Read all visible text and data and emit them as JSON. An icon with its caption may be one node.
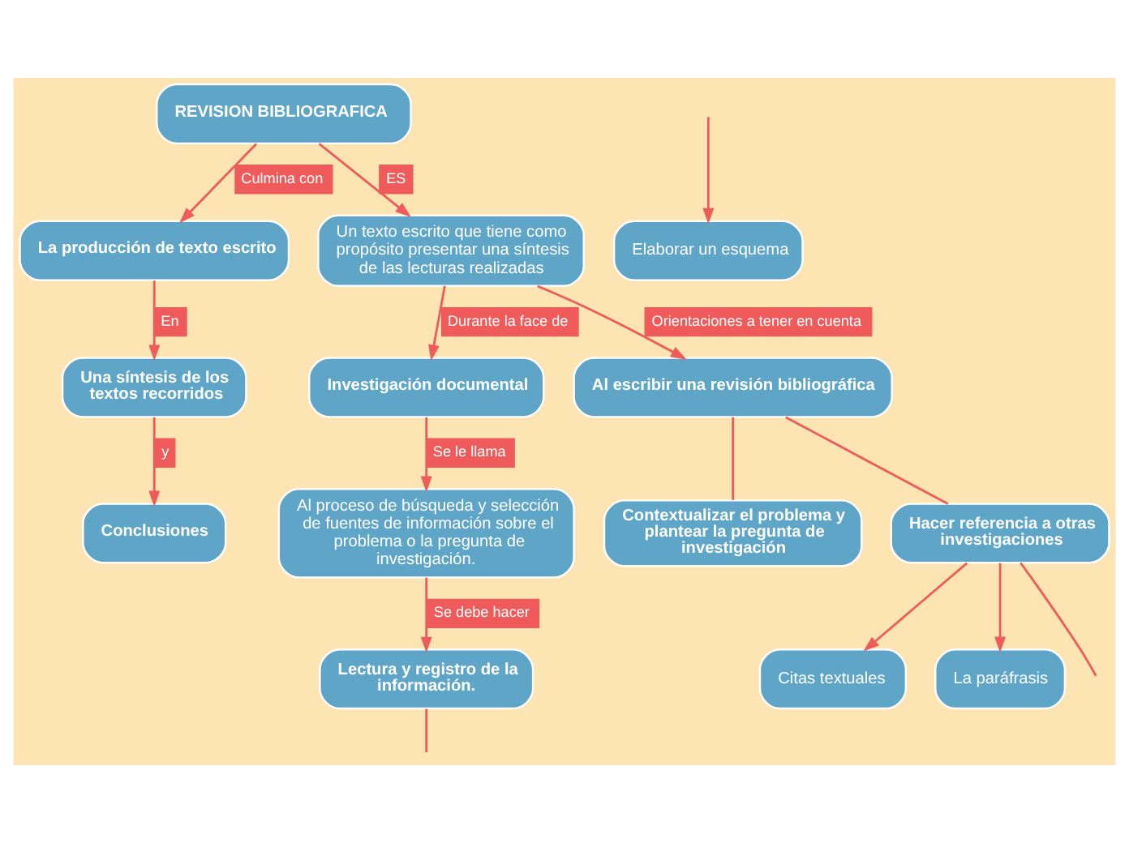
{
  "diagram": {
    "nodes": [
      {
        "text": [
          "REVISION BIBLIOGRAFICA"
        ]
      },
      {
        "text": [
          "La producción de texto escrito"
        ]
      },
      {
        "text": [
          "Una síntesis de los textos recorridos"
        ]
      },
      {
        "text": [
          "Conclusiones"
        ]
      },
      {
        "text": [
          "Un texto escrito que tiene como propósito presentar una síntesis de las lecturas realizadas"
        ]
      },
      {
        "text": [
          "Investigación documental"
        ]
      },
      {
        "text": [
          "Al proceso de búsqueda y selección de fuentes de información sobre el problema o la pregunta de investigación."
        ]
      },
      {
        "text": [
          "Lectura y registro de la información."
        ]
      },
      {
        "text": [
          "Al escribir una revisión bibliográfica"
        ]
      },
      {
        "text": [
          "Contextualizar el problema y plantear la pregunta de investigación"
        ]
      },
      {
        "text": [
          "Hacer referencia a otras investigaciones"
        ]
      },
      {
        "text": [
          "Citas textuales"
        ]
      },
      {
        "text": [
          "La paráfrasis"
        ]
      },
      {
        "text": [
          "Elaborar un esquema"
        ]
      }
    ],
    "edges": [
      {
        "from": 0,
        "to": 1,
        "arrow": "to",
        "label": "Culmina con"
      },
      {
        "from": 0,
        "to": 4,
        "arrow": "to",
        "label": "ES"
      },
      {
        "from": 1,
        "to": 2,
        "arrow": "to",
        "label": "En"
      },
      {
        "from": 4,
        "to": 5,
        "arrow": "to",
        "label": "Durante la face de"
      },
      {
        "from": 4,
        "to": 8,
        "arrow": "to",
        "label": "Orientaciones a tener en cuenta"
      },
      {
        "from": 5,
        "to": 6,
        "arrow": "to",
        "label": "Se le llama"
      },
      {
        "from": 2,
        "to": 3,
        "arrow": "to",
        "label": "y"
      },
      {
        "from": 8,
        "to": 9,
        "arrow": "none"
      },
      {
        "from": 8,
        "to": 10,
        "arrow": "none"
      },
      {
        "from": 6,
        "to": 7,
        "arrow": "to",
        "label": "Se debe hacer"
      },
      {
        "from": 10,
        "to": 11,
        "arrow": "to"
      },
      {
        "from": 10,
        "to": 12,
        "arrow": "to"
      },
      {
        "from": 10,
        "to": null,
        "arrow": "none"
      },
      {
        "from": null,
        "to": 13,
        "arrow": "to"
      },
      {
        "from": 7,
        "to": null,
        "arrow": "none"
      }
    ]
  }
}
